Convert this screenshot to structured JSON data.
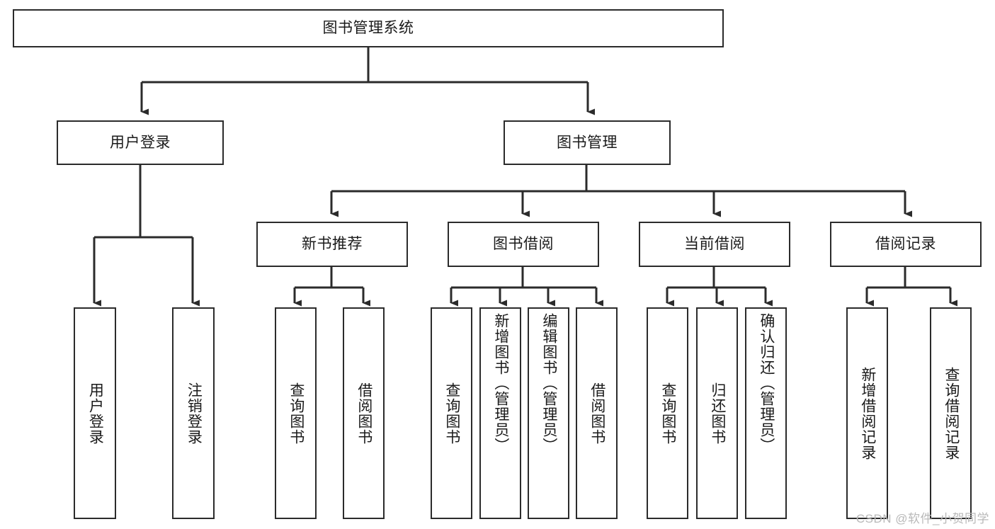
{
  "diagram": {
    "title": "图书管理系统",
    "type": "tree-hierarchy-chart",
    "root": {
      "id": "root",
      "label": "图书管理系统"
    },
    "level2": [
      {
        "id": "user-login",
        "label": "用户登录"
      },
      {
        "id": "book-management",
        "label": "图书管理"
      }
    ],
    "level3": [
      {
        "id": "new-book-recommend",
        "label": "新书推荐",
        "parent": "book-management"
      },
      {
        "id": "book-borrow",
        "label": "图书借阅",
        "parent": "book-management"
      },
      {
        "id": "current-borrow",
        "label": "当前借阅",
        "parent": "book-management"
      },
      {
        "id": "borrow-record",
        "label": "借阅记录",
        "parent": "book-management"
      }
    ],
    "leaves": [
      {
        "id": "leaf-user-login",
        "label": "用户登录",
        "parent": "user-login"
      },
      {
        "id": "leaf-logout-login",
        "label": "注销登录",
        "parent": "user-login"
      },
      {
        "id": "leaf-query-book-1",
        "label": "查询图书",
        "parent": "new-book-recommend"
      },
      {
        "id": "leaf-borrow-book-1",
        "label": "借阅图书",
        "parent": "new-book-recommend"
      },
      {
        "id": "leaf-query-book-2",
        "label": "查询图书",
        "parent": "book-borrow"
      },
      {
        "id": "leaf-add-book",
        "label": "新增图书（管理员）",
        "parent": "book-borrow"
      },
      {
        "id": "leaf-edit-book",
        "label": "编辑图书（管理员）",
        "parent": "book-borrow"
      },
      {
        "id": "leaf-borrow-book-2",
        "label": "借阅图书",
        "parent": "book-borrow"
      },
      {
        "id": "leaf-query-book-3",
        "label": "查询图书",
        "parent": "current-borrow"
      },
      {
        "id": "leaf-return-book",
        "label": "归还图书",
        "parent": "current-borrow"
      },
      {
        "id": "leaf-confirm-return",
        "label": "确认归还（管理员）",
        "parent": "current-borrow"
      },
      {
        "id": "leaf-add-record",
        "label": "新增借阅记录",
        "parent": "borrow-record"
      },
      {
        "id": "leaf-query-record",
        "label": "查询借阅记录",
        "parent": "borrow-record"
      }
    ]
  },
  "watermark": {
    "text": "CSDN @软件_小贺同学"
  },
  "colors": {
    "border": "#2b2b2b",
    "text": "#1a1a1a",
    "background": "#ffffff",
    "connector": "#2b2b2b",
    "watermark": "#b9b9b9"
  }
}
